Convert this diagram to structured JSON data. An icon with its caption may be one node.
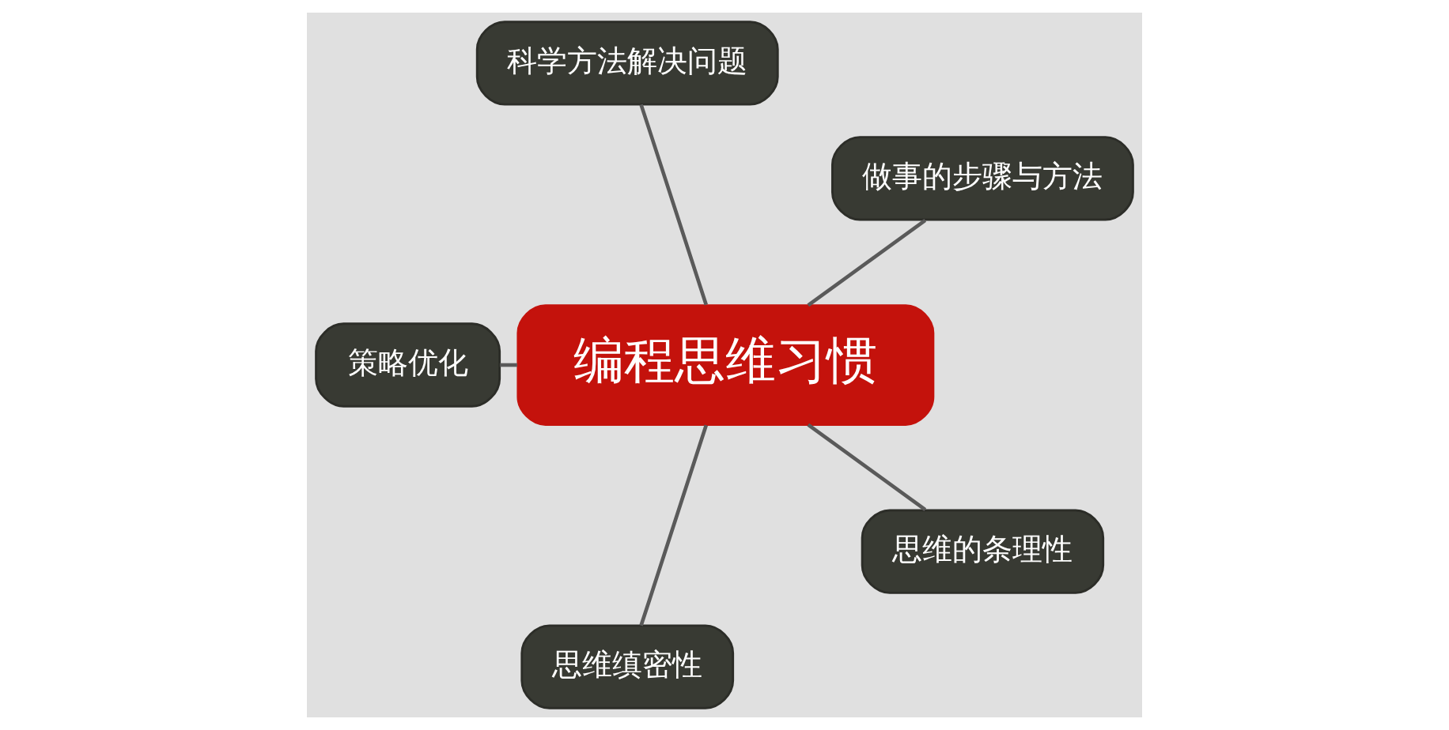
{
  "diagram": {
    "nodes": [
      {
        "text": [
          "编程思维习惯"
        ]
      },
      {
        "text": [
          "做事的步骤与方法"
        ]
      },
      {
        "text": [
          "科学方法解决问题"
        ]
      },
      {
        "text": [
          "策略优化"
        ]
      },
      {
        "text": [
          "思维缜密性"
        ]
      },
      {
        "text": [
          "思维的条理性"
        ]
      }
    ],
    "edges": [
      {
        "from": 0,
        "to": 1,
        "arrow": "none"
      },
      {
        "from": 0,
        "to": 2,
        "arrow": "none"
      },
      {
        "from": 0,
        "to": 3,
        "arrow": "none"
      },
      {
        "from": 0,
        "to": 4,
        "arrow": "none"
      },
      {
        "from": 0,
        "to": 5,
        "arrow": "none"
      }
    ]
  }
}
